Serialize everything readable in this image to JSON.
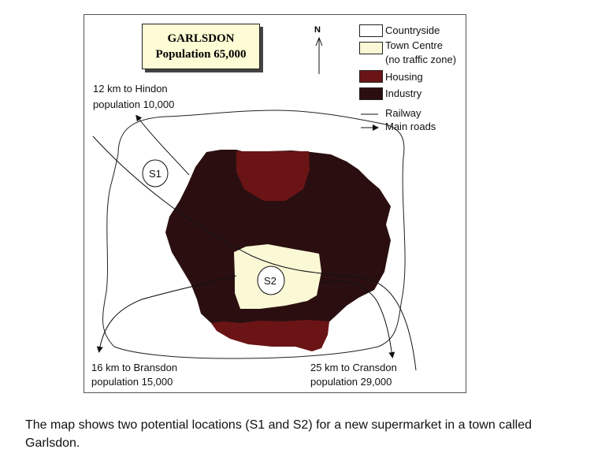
{
  "title": {
    "name": "GARLSDON",
    "population": "Population 65,000"
  },
  "north_label": "N",
  "legend": {
    "countryside": "Countryside",
    "town_centre_line1": "Town Centre",
    "town_centre_line2": "(no traffic zone)",
    "housing": "Housing",
    "industry": "Industry",
    "railway": "Railway",
    "main_roads": "Main roads"
  },
  "destinations": {
    "hindon_distance": "12 km to Hindon",
    "hindon_population": "population 10,000",
    "bransdon_distance": "16 km to Bransdon",
    "bransdon_population": "population  15,000",
    "cransdon_distance": "25 km to Cransdon",
    "cransdon_population": "population 29,000"
  },
  "sites": {
    "s1": "S1",
    "s2": "S2"
  },
  "caption": "The map shows two potential locations (S1 and S2) for a new supermarket in a town called Garlsdon.",
  "colors": {
    "countryside": "#ffffff",
    "town_centre": "#fbf8d6",
    "housing": "#6b1416",
    "industry": "#2b0f10",
    "title_box": "#fefcd4"
  }
}
